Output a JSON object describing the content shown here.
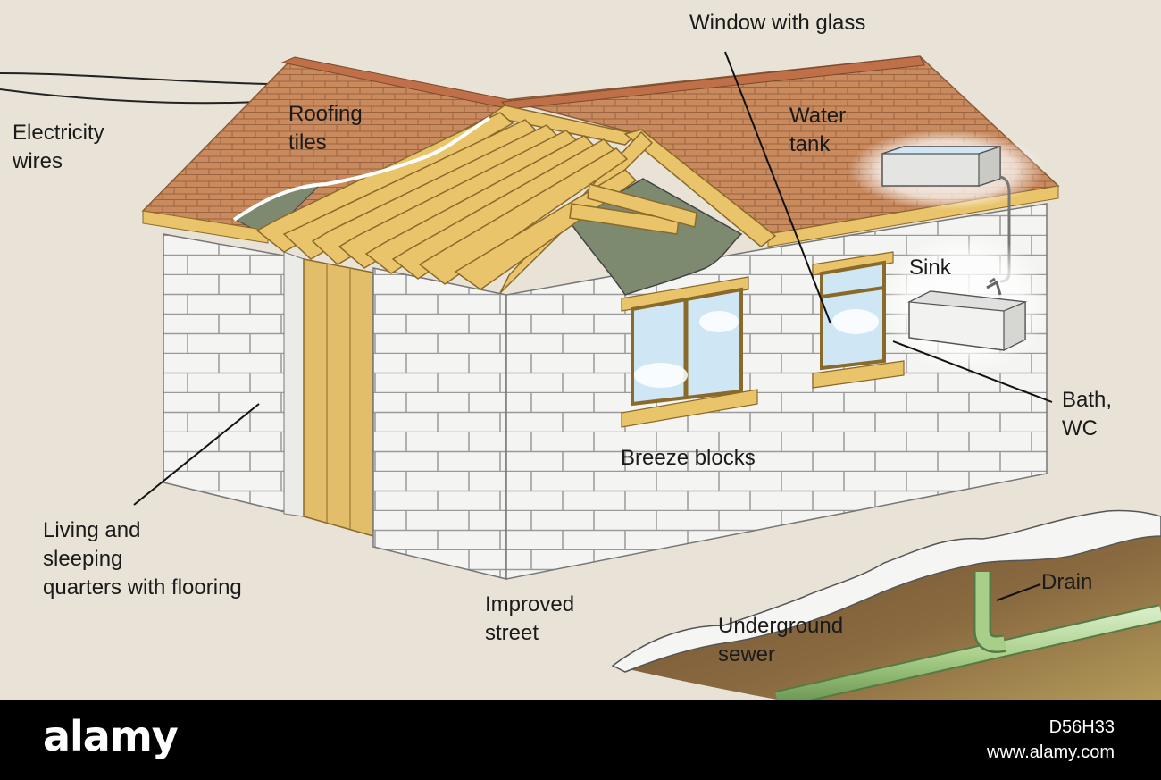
{
  "labels": {
    "window": "Window with glass",
    "electricity_1": "Electricity",
    "electricity_2": "wires",
    "roofing_1": "Roofing",
    "roofing_2": "tiles",
    "water_1": "Water",
    "water_2": "tank",
    "sink": "Sink",
    "bath_1": "Bath,",
    "bath_2": "WC",
    "breeze": "Breeze blocks",
    "living_1": "Living and",
    "living_2": "sleeping",
    "living_3": "quarters with flooring",
    "street_1": "Improved",
    "street_2": "street",
    "sewer_1": "Underground",
    "sewer_2": "sewer",
    "drain": "Drain"
  },
  "watermark": {
    "logo": "alamy",
    "image_id": "D56H33",
    "url": "www.alamy.com"
  },
  "colors": {
    "background": "#e8e3d6",
    "roof_tiles": "#c98a5e",
    "timber": "#e9c46a",
    "blocks": "#f4f4f2",
    "glass": "#cfe6f5",
    "earth": "#8a6a40",
    "pipe": "#a8cf8a",
    "footer": "#000000"
  }
}
